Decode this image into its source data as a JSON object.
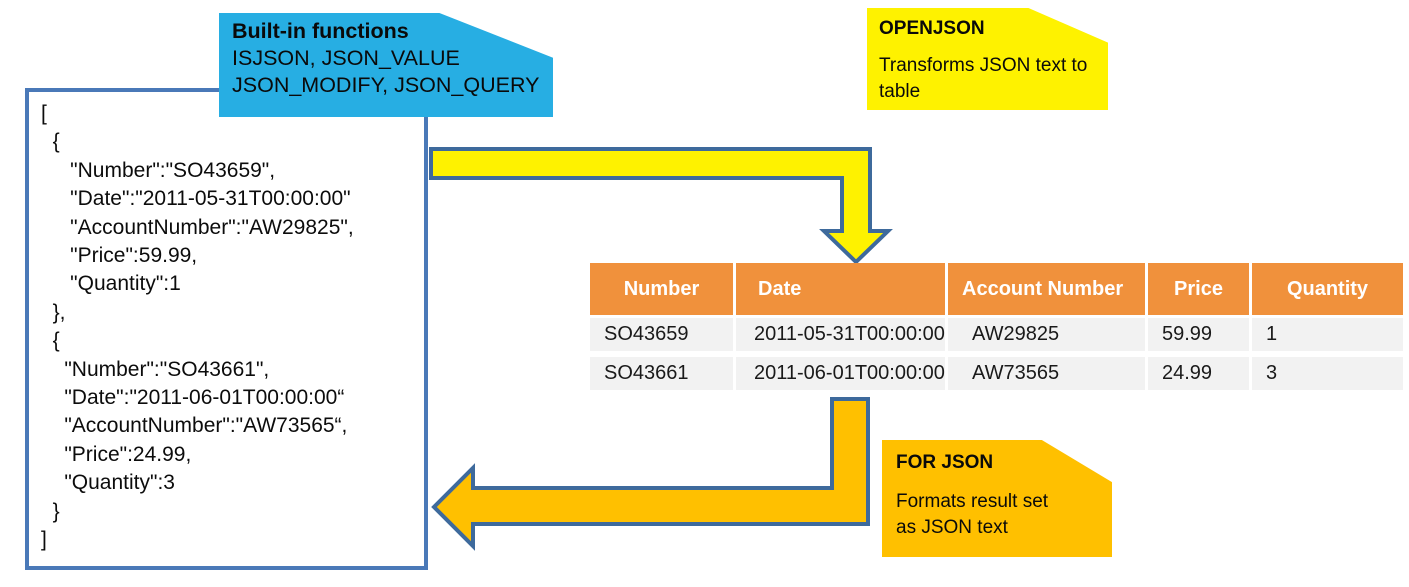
{
  "colors": {
    "cyan": "#27AEE3",
    "yellow": "#FEF200",
    "orange": "#FFC000",
    "tableHeader": "#F0913C",
    "rowBg": "#F2F2F2",
    "outline": "#3E6A9C",
    "jsonBorder": "#4A79B8"
  },
  "builtin_callout": {
    "title": "Built-in functions",
    "lines": [
      "ISJSON, JSON_VALUE",
      "JSON_MODIFY, JSON_QUERY"
    ]
  },
  "openjson_callout": {
    "title": "OPENJSON",
    "body": [
      "Transforms JSON text to",
      "table"
    ]
  },
  "forjson_callout": {
    "title": "FOR JSON",
    "body": [
      "Formats result set",
      "as JSON text"
    ]
  },
  "json_code": {
    "lines": [
      "[",
      "  {",
      "     \"Number\":\"SO43659\",",
      "     \"Date\":\"2011-05-31T00:00:00\"",
      "     \"AccountNumber\":\"AW29825\",",
      "     \"Price\":59.99,",
      "     \"Quantity\":1",
      "  },",
      "  {",
      "    \"Number\":\"SO43661\",",
      "    \"Date\":\"2011-06-01T00:00:00“",
      "    \"AccountNumber\":\"AW73565“,",
      "    \"Price\":24.99,",
      "    \"Quantity\":3",
      "  }",
      "]"
    ]
  },
  "table": {
    "headers": [
      "Number",
      "Date",
      "Account Number",
      "Price",
      "Quantity"
    ],
    "rows": [
      [
        "SO43659",
        "2011-05-31T00:00:00",
        "AW29825",
        "59.99",
        "1"
      ],
      [
        "SO43661",
        "2011-06-01T00:00:00",
        "AW73565",
        "24.99",
        "3"
      ]
    ]
  }
}
